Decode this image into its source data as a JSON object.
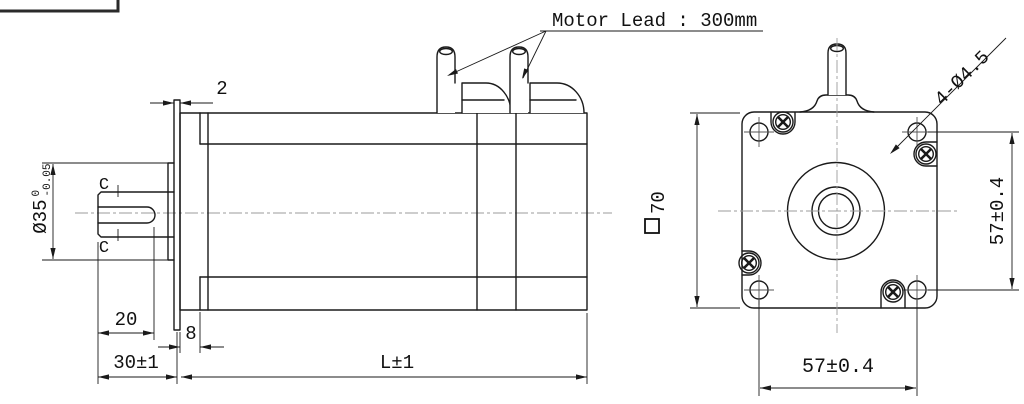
{
  "drawing": {
    "annotations": {
      "motor_lead": "Motor Lead : 300mm",
      "section_top": "C",
      "section_bottom": "C"
    },
    "side_view": {
      "dims": {
        "flange_thickness": "2",
        "shaft_dia_nominal": "Ø35",
        "shaft_dia_tol_upper": "0",
        "shaft_dia_tol_lower": "-0.05",
        "keyway_length": "20",
        "front_cap_depth": "8",
        "shaft_extension": "30±1",
        "body_length": "L±1"
      }
    },
    "front_view": {
      "dims": {
        "frame_size": "70",
        "hole_spacing_vertical": "57±0.4",
        "hole_spacing_horizontal": "57±0.4",
        "mounting_holes": "4-Ø4.5"
      }
    },
    "colors": {
      "line": "#1a1a1a",
      "centerline": "#9b9b9b",
      "background": "#ffffff"
    }
  }
}
